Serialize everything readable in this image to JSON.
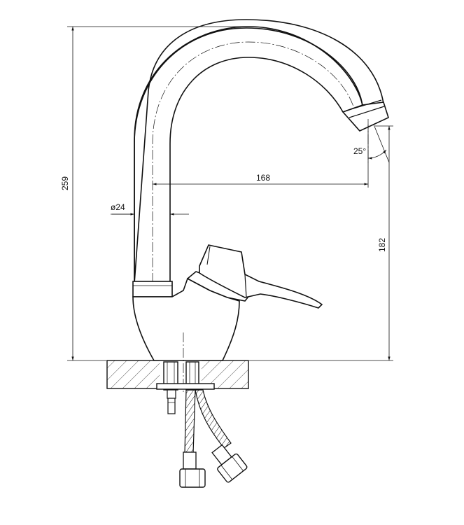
{
  "drawing": {
    "subject": "faucet",
    "dimensions": {
      "overall_height": "259",
      "spout_reach": "168",
      "spout_height": "182",
      "body_diameter": "ø24",
      "spout_angle": "25°"
    }
  }
}
